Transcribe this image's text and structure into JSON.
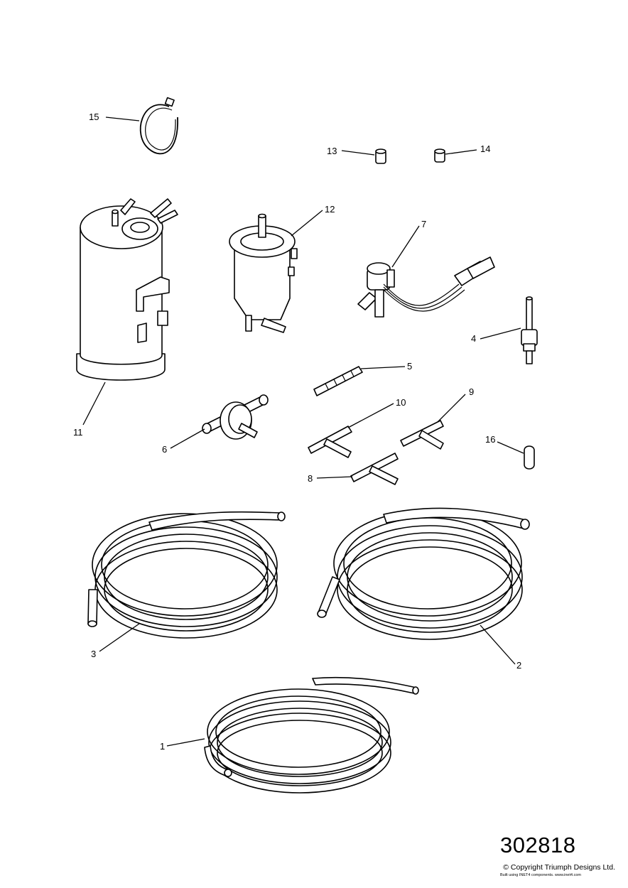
{
  "diagram": {
    "callouts": [
      {
        "id": "1",
        "label": "1"
      },
      {
        "id": "2",
        "label": "2"
      },
      {
        "id": "3",
        "label": "3"
      },
      {
        "id": "4",
        "label": "4"
      },
      {
        "id": "5",
        "label": "5"
      },
      {
        "id": "6",
        "label": "6"
      },
      {
        "id": "7",
        "label": "7"
      },
      {
        "id": "8",
        "label": "8"
      },
      {
        "id": "9",
        "label": "9"
      },
      {
        "id": "10",
        "label": "10"
      },
      {
        "id": "11",
        "label": "11"
      },
      {
        "id": "12",
        "label": "12"
      },
      {
        "id": "13",
        "label": "13"
      },
      {
        "id": "14",
        "label": "14"
      },
      {
        "id": "15",
        "label": "15"
      },
      {
        "id": "16",
        "label": "16"
      }
    ],
    "drawing_number": "302818",
    "copyright": "© Copyright Triumph Designs Ltd.",
    "built_with": "Built using INET4 components. www.inet4.com"
  },
  "colors": {
    "ink": "#000000",
    "paper": "#ffffff"
  }
}
